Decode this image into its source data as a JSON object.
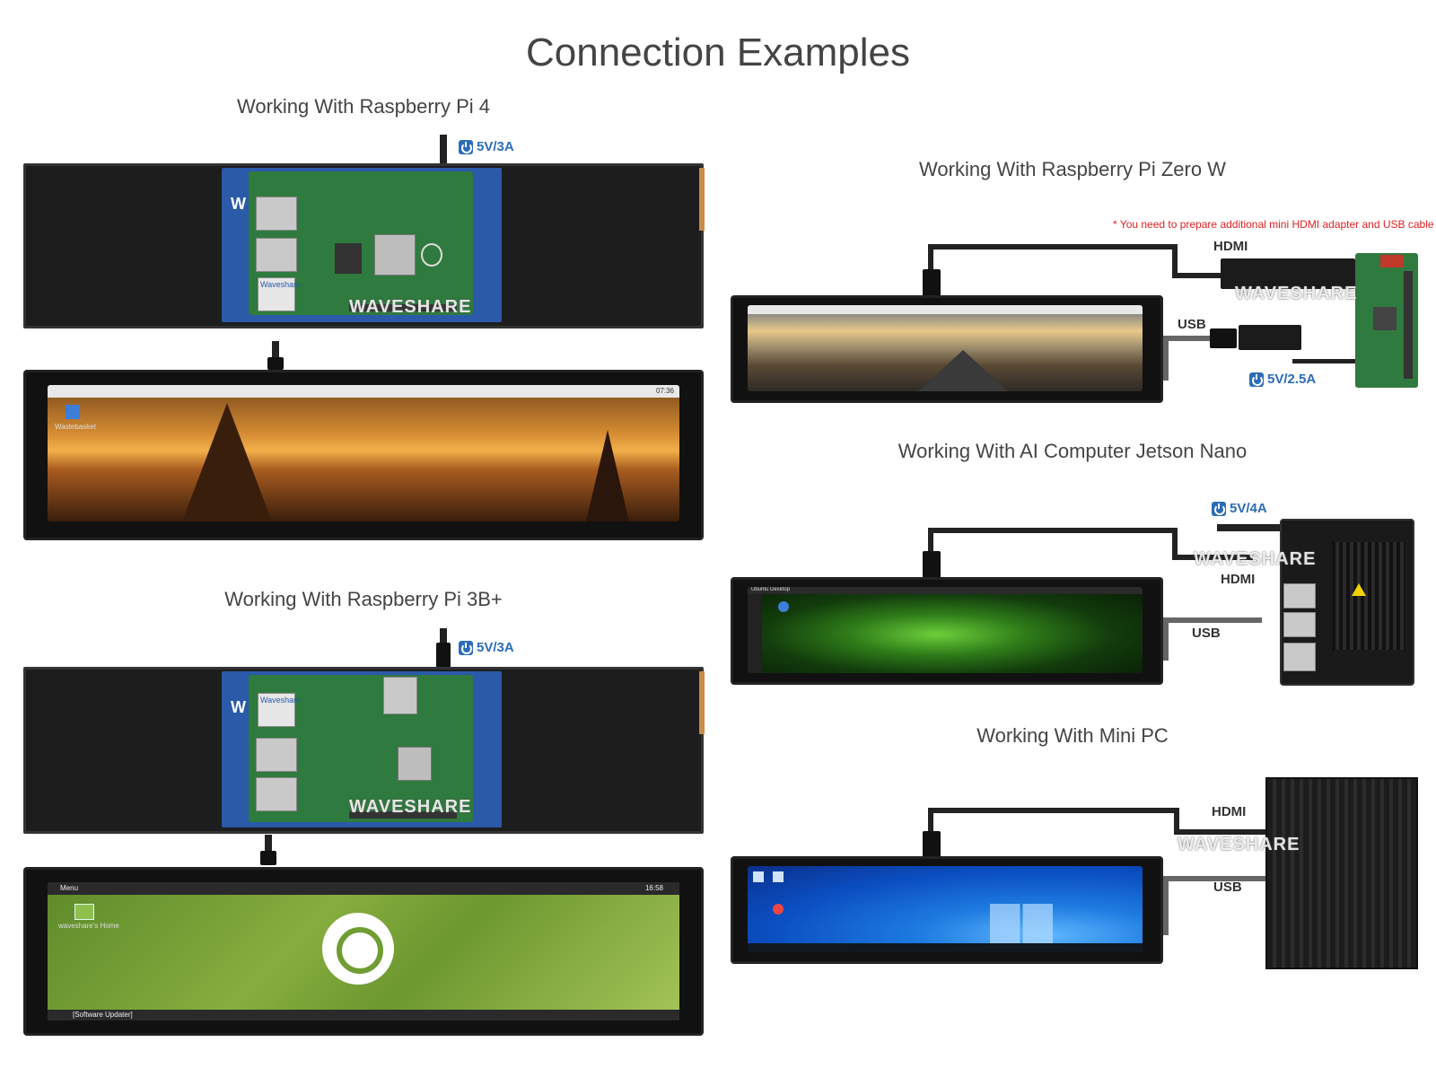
{
  "title": "Connection Examples",
  "sections": {
    "pi4": {
      "title": "Working With Raspberry Pi 4",
      "power": "5V/3A",
      "watermark": "WAVESHARE",
      "pcb_logo": "Waveshare",
      "desktop_icon": "Wastebasket",
      "clock": "07:36"
    },
    "pi3": {
      "title": "Working With Raspberry Pi 3B+",
      "power": "5V/3A",
      "watermark": "WAVESHARE",
      "pcb_logo": "Waveshare",
      "menu": "Menu",
      "clock": "16:58",
      "home_icon": "waveshare's Home",
      "updater": "[Software Updater]"
    },
    "zero": {
      "title": "Working With Raspberry Pi Zero W",
      "note": "* You need to prepare additional mini HDMI adapter and USB cable",
      "hdmi": "HDMI",
      "usb": "USB",
      "power": "5V/2.5A",
      "watermark": "WAVESHARE"
    },
    "jetson": {
      "title": "Working With AI Computer Jetson Nano",
      "power": "5V/4A",
      "hdmi": "HDMI",
      "usb": "USB",
      "watermark": "WAVESHARE",
      "desktop_title": "Ubuntu Desktop"
    },
    "minipc": {
      "title": "Working With Mini PC",
      "hdmi": "HDMI",
      "usb": "USB",
      "watermark": "WAVESHARE"
    }
  },
  "colors": {
    "power_blue": "#2b6cb8",
    "note_red": "#e02020",
    "pcb_blue": "#2a5aa8",
    "pi_green": "#2f7a3e"
  }
}
